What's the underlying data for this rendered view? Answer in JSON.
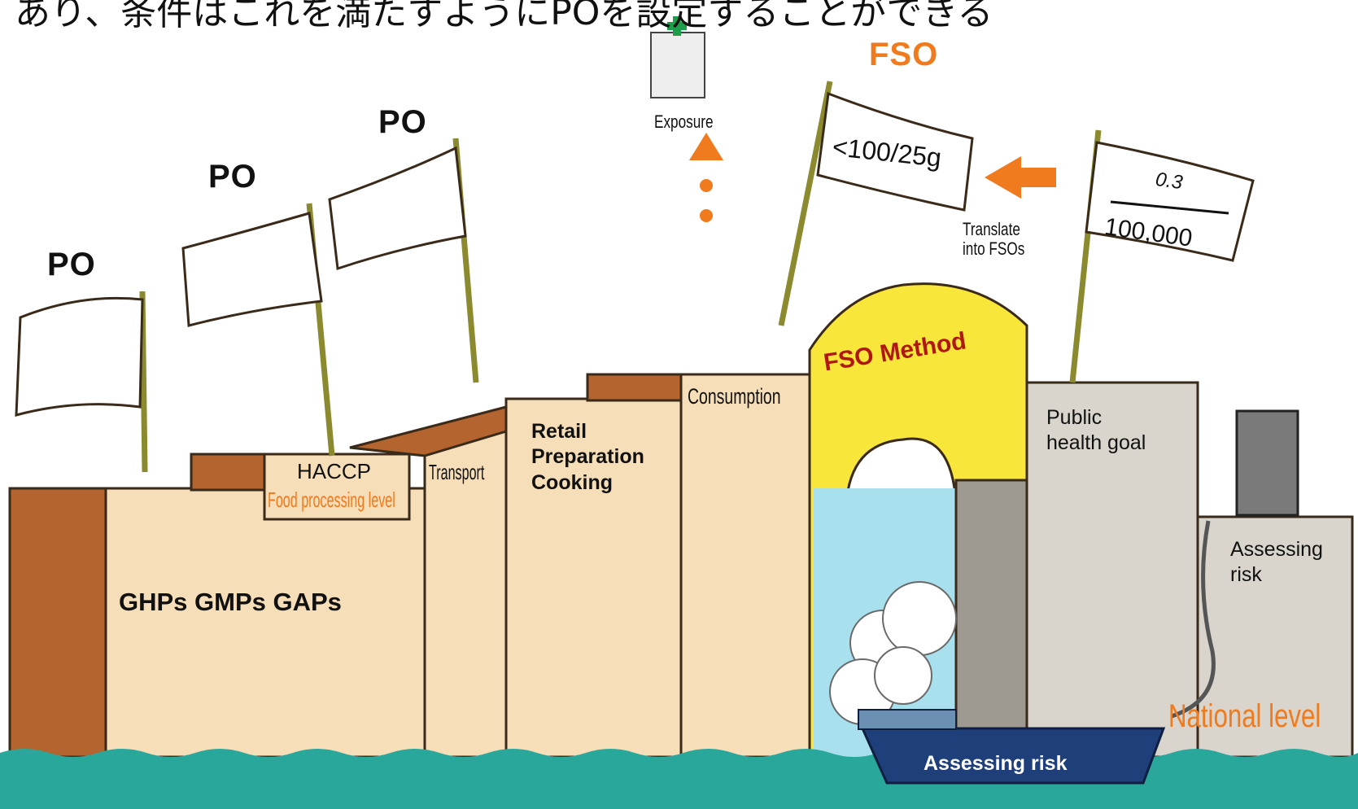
{
  "header": {
    "japanese_text": "あり、条件はこれを満たすようにPOを設定することができる"
  },
  "flags": {
    "po_1": "PO",
    "po_2": "PO",
    "po_3": "PO",
    "fso_title": "FSO",
    "fso_value": "<100/25g",
    "goal_numerator": "0.3",
    "goal_denominator": "100,000"
  },
  "labels": {
    "exposure": "Exposure",
    "translate": "Translate\ninto FSOs",
    "haccp": "HACCP",
    "food_processing": "Food processing level",
    "transport": "Transport",
    "retail": "Retail\nPreparation\nCooking",
    "consumption": "Consumption",
    "fso_method": "FSO Method",
    "public_health_goal": "Public\nhealth goal",
    "assessing_risk_right": "Assessing\nrisk",
    "gaps": "GHPs GMPs GAPs",
    "national_level": "National level",
    "assessing_risk_boat": "Assessing risk"
  },
  "colors": {
    "sea": "#2aa79b",
    "cliff_light": "#f6deb8",
    "cliff_dark": "#b3642f",
    "stone": "#d9d5cc",
    "arch_yellow": "#f8e63a",
    "accent_orange": "#f07a1e",
    "boat_blue": "#1f3f7a"
  }
}
